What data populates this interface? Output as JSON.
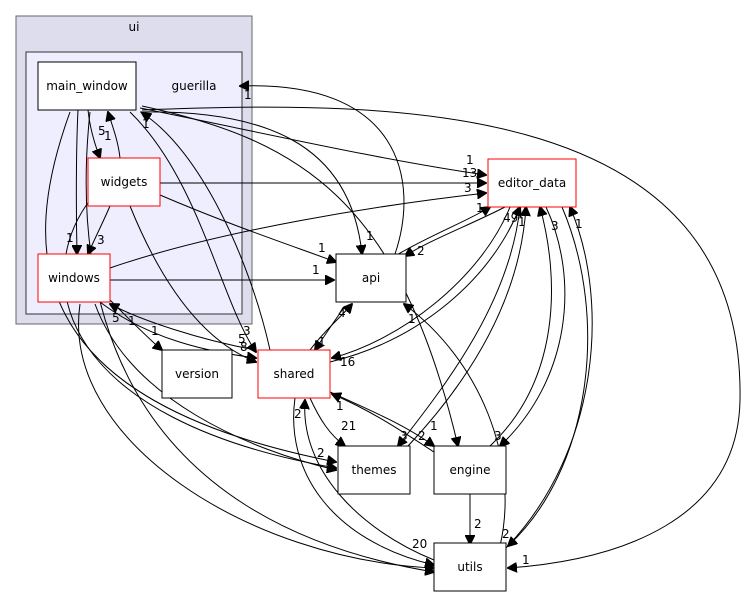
{
  "clusters": {
    "outer": {
      "label": "ui"
    },
    "inner": {
      "label": "guerilla"
    }
  },
  "nodes": {
    "main_window": "main_window",
    "widgets": "widgets",
    "windows": "windows",
    "editor_data": "editor_data",
    "api": "api",
    "version": "version",
    "shared": "shared",
    "themes": "themes",
    "engine": "engine",
    "utils": "utils"
  },
  "edge_labels": {
    "guerilla_1": "1",
    "mw_5": "5",
    "mw_widgets_1": "1",
    "widgets_mw_1": "1",
    "mw_windows_1": "1",
    "widgets_windows_3": "3",
    "ed_1": "1",
    "ed_13": "13",
    "ed_3": "3",
    "ed_from_api_1": "1",
    "ed_49": "49",
    "ed_right_1": "1",
    "ed_3b": "3",
    "ed_1b": "1",
    "api_2": "2",
    "api_1_top": "1",
    "api_1_left1": "1",
    "api_1_left2": "1",
    "api_4": "4",
    "api_1_bot": "1",
    "shared_3": "3",
    "shared_5": "5",
    "shared_8": "8",
    "shared_16": "16",
    "shared_1": "1",
    "version_1": "1",
    "windows_1": "1",
    "windows_5": "5",
    "themes_21": "21",
    "themes_2": "2",
    "themes_3": "3",
    "engine_1": "1",
    "engine_2": "2",
    "engine_3": "3",
    "utils_2": "2",
    "utils_20": "20",
    "utils_2b": "2",
    "utils_1": "1",
    "shared_2": "2",
    "shared_1b": "1"
  },
  "colors": {
    "outer_fill": "#ddddee",
    "outer_stroke": "#666666",
    "inner_fill": "#eeeeff",
    "inner_stroke": "#333333",
    "node_stroke": "#000000",
    "highlight_stroke": "#ff0000",
    "node_fill": "#ffffff"
  }
}
